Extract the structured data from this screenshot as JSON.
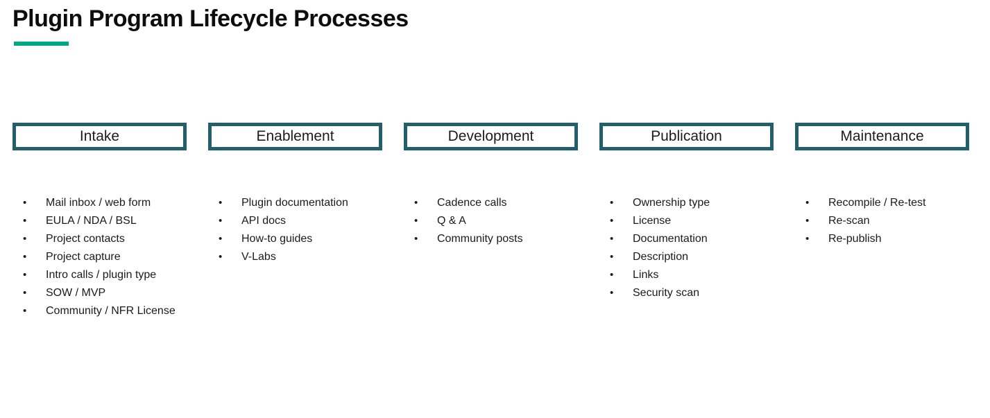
{
  "title": "Plugin Program Lifecycle Processes",
  "bullet_glyph": "•",
  "colors": {
    "accent_green_underline": "#01A982",
    "stage_box_border_teal": "#235f6b",
    "text_dark": "#1a1a1a"
  },
  "columns": [
    {
      "header": "Intake",
      "items": [
        "Mail inbox / web form",
        "EULA / NDA / BSL",
        "Project contacts",
        "Project capture",
        "Intro calls / plugin type",
        "SOW / MVP",
        "Community / NFR License"
      ]
    },
    {
      "header": "Enablement",
      "items": [
        "Plugin documentation",
        "API docs",
        "How-to guides",
        "V-Labs"
      ]
    },
    {
      "header": "Development",
      "items": [
        "Cadence calls",
        "Q & A",
        "Community posts"
      ]
    },
    {
      "header": "Publication",
      "items": [
        "Ownership type",
        "License",
        "Documentation",
        "Description",
        "Links",
        "Security scan"
      ]
    },
    {
      "header": "Maintenance",
      "items": [
        "Recompile / Re-test",
        "Re-scan",
        "Re-publish"
      ]
    }
  ]
}
